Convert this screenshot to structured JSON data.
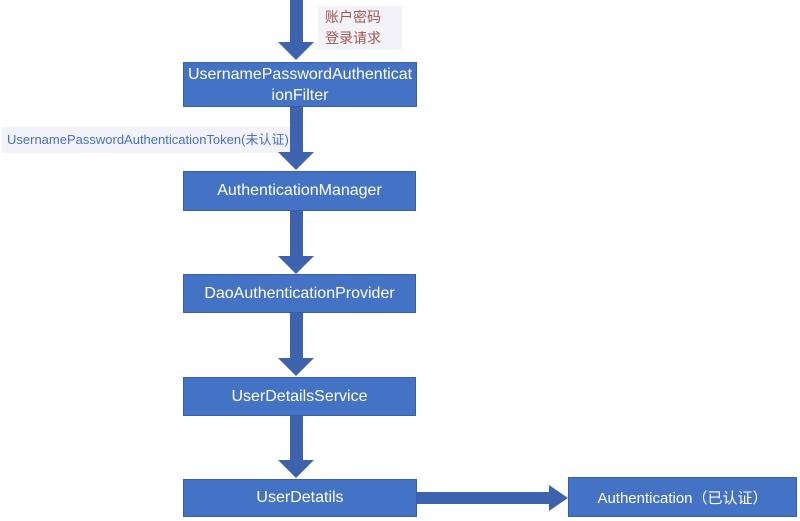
{
  "colors": {
    "background": "#FFFFFF",
    "box_fill": "#4472C4",
    "box_border": "#3560A8",
    "box_text": "#FFFFFF",
    "arrow": "#3E63AE",
    "label_blue": "#4472C4",
    "label_red": "#A5574E",
    "label_bg": "#F2F2F8"
  },
  "diagram": {
    "login_request_label": {
      "line1": "账户密码",
      "line2": "登录请求"
    },
    "token_label": "UsernamePasswordAuthenticationToken(未认证)",
    "nodes": [
      {
        "id": "filter",
        "label": "UsernamePasswordAuthenticationFilter"
      },
      {
        "id": "manager",
        "label": "AuthenticationManager"
      },
      {
        "id": "provider",
        "label": "DaoAuthenticationProvider"
      },
      {
        "id": "service",
        "label": "UserDetailsService"
      },
      {
        "id": "userdetails",
        "label": "UserDetatils"
      },
      {
        "id": "authentication",
        "label": "Authentication（已认证）"
      }
    ],
    "connectors": [
      {
        "from": "login-request",
        "to": "UsernamePasswordAuthenticationFilter",
        "direction": "down"
      },
      {
        "from": "UsernamePasswordAuthenticationFilter",
        "to": "AuthenticationManager",
        "direction": "down",
        "label": "UsernamePasswordAuthenticationToken(未认证)"
      },
      {
        "from": "AuthenticationManager",
        "to": "DaoAuthenticationProvider",
        "direction": "down"
      },
      {
        "from": "DaoAuthenticationProvider",
        "to": "UserDetailsService",
        "direction": "down"
      },
      {
        "from": "UserDetailsService",
        "to": "UserDetatils",
        "direction": "down"
      },
      {
        "from": "UserDetatils",
        "to": "Authentication（已认证）",
        "direction": "right"
      }
    ]
  }
}
